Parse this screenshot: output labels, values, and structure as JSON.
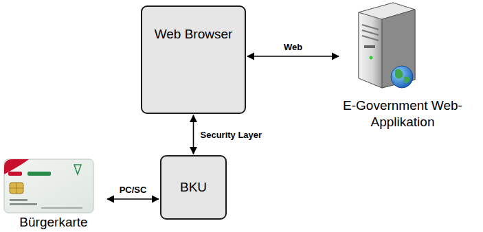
{
  "diagram": {
    "nodes": [
      {
        "text": [
          "Web Browser"
        ]
      },
      {
        "text": [
          "E-Government Web-Applikation"
        ]
      },
      {
        "text": [
          "BKU"
        ]
      },
      {
        "text": [
          "Bürgerkarte"
        ]
      }
    ],
    "edges": [
      {
        "from": 0,
        "to": 1,
        "arrow": "both",
        "label": "Web"
      },
      {
        "from": 0,
        "to": 2,
        "arrow": "both",
        "label": "Security Layer"
      },
      {
        "from": 3,
        "to": 2,
        "arrow": "both",
        "label": "PC/SC"
      }
    ]
  }
}
